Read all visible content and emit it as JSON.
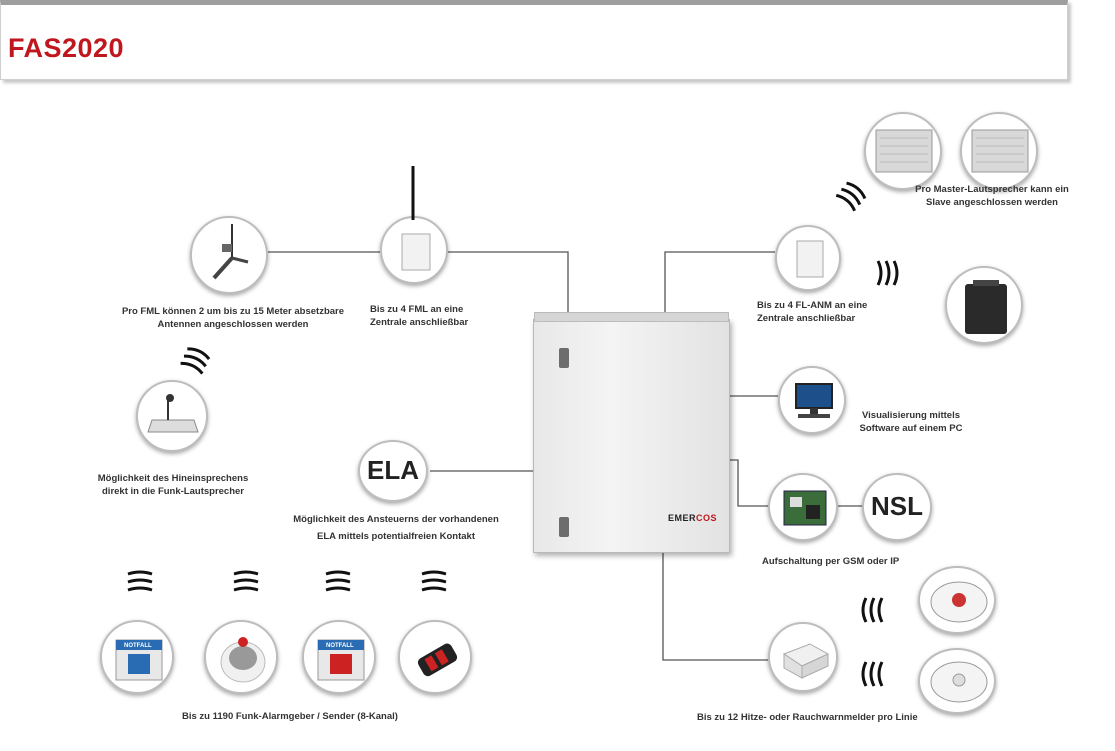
{
  "header": {
    "title": "FAS2020"
  },
  "cabinet": {
    "brand_a": "EMER",
    "brand_b": "COS"
  },
  "labels": {
    "fml_antenna": [
      "Pro FML können 2 um bis zu 15 Meter absetzbare",
      "Antennen angeschlossen werden"
    ],
    "fml": [
      "Bis zu 4 FML an eine",
      "Zentrale anschließbar"
    ],
    "speaker_slave": [
      "Pro Master-Lautsprecher kann ein",
      "Slave angeschlossen werden"
    ],
    "fl_anm": [
      "Bis zu 4 FL-ANM an eine",
      "Zentrale anschließbar"
    ],
    "visual": [
      "Visualisierung mittels",
      "Software auf einem PC"
    ],
    "microphone": [
      "Möglichkeit des Hineinsprechens",
      "direkt in die Funk-Lautsprecher"
    ],
    "ela": [
      "Möglichkeit des Ansteuerns der vorhandenen",
      "ELA mittels potentialfreien Kontakt"
    ],
    "gsm": "Aufschaltung per GSM oder IP",
    "senders": "Bis zu 1190 Funk-Alarmgeber / Sender (8-Kanal)",
    "detectors": "Bis zu 12 Hitze- oder Rauchwarnmelder pro Linie"
  },
  "badges": {
    "ela": "ELA",
    "nsl": "NSL",
    "notfall": "NOTFALL"
  },
  "colors": {
    "title": "#c0161e",
    "wire": "#555555",
    "node_border": "#bdbdbd"
  }
}
